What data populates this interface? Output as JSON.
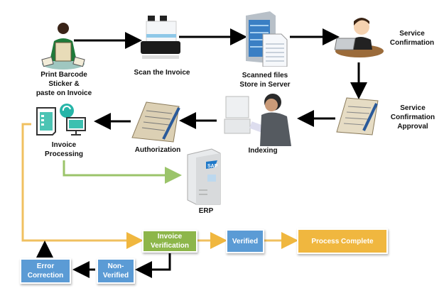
{
  "nodes": {
    "print_barcode": {
      "label_line1": "Print Barcode",
      "label_line2": "Sticker &",
      "label_line3": "paste on Invoice"
    },
    "scan": {
      "label": "Scan the Invoice"
    },
    "server": {
      "label_line1": "Scanned files",
      "label_line2": "Store in  Server"
    },
    "service_confirmation": {
      "label_line1": "Service",
      "label_line2": "Confirmation"
    },
    "service_approval": {
      "label_line1": "Service",
      "label_line2": "Confirmation",
      "label_line3": "Approval"
    },
    "indexing": {
      "label": "Indexing"
    },
    "authorization": {
      "label": "Authorization"
    },
    "invoice_processing": {
      "label_line1": "Invoice",
      "label_line2": "Processing"
    },
    "erp": {
      "label": "ERP",
      "badge": "SAP"
    }
  },
  "boxes": {
    "invoice_verification": {
      "line1": "Invoice",
      "line2": "Verification",
      "color": "#8db64a"
    },
    "verified": {
      "label": "Verified",
      "color": "#5b9bd5"
    },
    "process_complete": {
      "label": "Process Complete",
      "color": "#f0b73f"
    },
    "non_verified": {
      "line1": "Non-",
      "line2": "Verified",
      "color": "#5b9bd5"
    },
    "error_correction": {
      "line1": "Error",
      "line2": "Correction",
      "color": "#5b9bd5"
    }
  },
  "colors": {
    "arrow": "#000000",
    "orange_flow": "#f0c060",
    "green_flow": "#9bc46a",
    "teal": "#26b5a8"
  }
}
